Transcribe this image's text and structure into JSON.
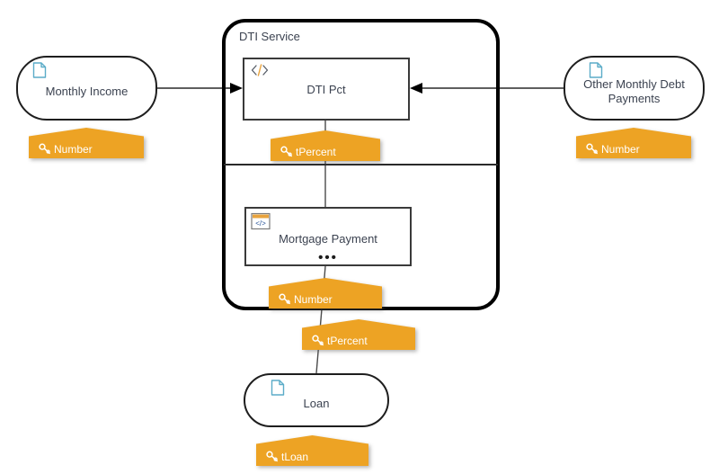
{
  "diagram": {
    "type": "decision-service-dependency-diagram",
    "background": "#ffffff",
    "accent_orange": "#eda324",
    "text_color": "#3b4250",
    "doc_icon_color": "#5bacc8",
    "code_icon_color": "#2a5699"
  },
  "service": {
    "title": "DTI Service",
    "name": "dti-service-container"
  },
  "nodes": {
    "monthly_income": {
      "label": "Monthly Income",
      "icon": "document-icon",
      "shape": "stadium"
    },
    "other_monthly_debt": {
      "label_line1": "Other Monthly Debt",
      "label_line2": "Payments",
      "icon": "document-icon",
      "shape": "stadium"
    },
    "dti_pct": {
      "label": "DTI Pct",
      "icon": "code-icon",
      "shape": "rectangle"
    },
    "mortgage_payment": {
      "label": "Mortgage Payment",
      "icon": "code-window-icon",
      "overflow_indicator": "•••",
      "shape": "rectangle"
    },
    "loan": {
      "label": "Loan",
      "icon": "document-icon",
      "shape": "stadium"
    }
  },
  "type_tags": {
    "monthly_income_type": "Number",
    "other_monthly_debt_type": "Number",
    "dti_pct_type": "tPercent",
    "mortgage_payment_type": "Number",
    "mortgage_payment_input_type": "tPercent",
    "loan_type": "tLoan"
  }
}
